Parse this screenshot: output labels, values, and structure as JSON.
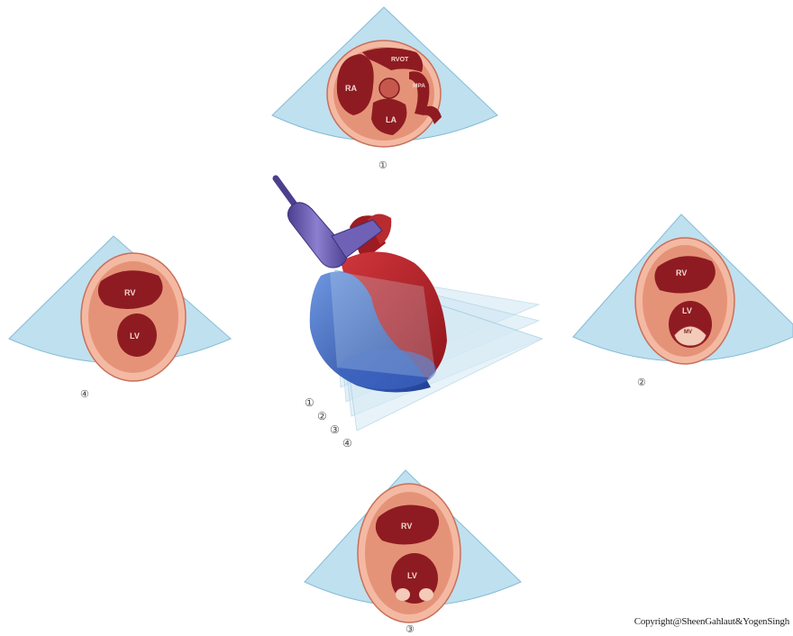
{
  "views": [
    {
      "id": "1",
      "marker": "①",
      "chamber_labels": [
        "RA",
        "RVOT",
        "MPA",
        "LA"
      ]
    },
    {
      "id": "2",
      "marker": "②",
      "chamber_labels": [
        "RV",
        "LV",
        "MV"
      ]
    },
    {
      "id": "3",
      "marker": "③",
      "chamber_labels": [
        "RV",
        "LV"
      ]
    },
    {
      "id": "4",
      "marker": "④",
      "chamber_labels": [
        "RV",
        "LV"
      ]
    }
  ],
  "probe_markers": [
    "①",
    "②",
    "③",
    "④"
  ],
  "copyright": "Copyright@SheenGahlaut&YogenSingh",
  "colors": {
    "sector_fill": "#bfe0ef",
    "sector_stroke": "#7fb6d2",
    "pericardium": "#f4b9a2",
    "myocardium": "#e59378",
    "cavity": "#8e1b22",
    "heart_red": "#b3232a",
    "heart_blue": "#2f5bb7",
    "probe": "#6a5aa6"
  }
}
